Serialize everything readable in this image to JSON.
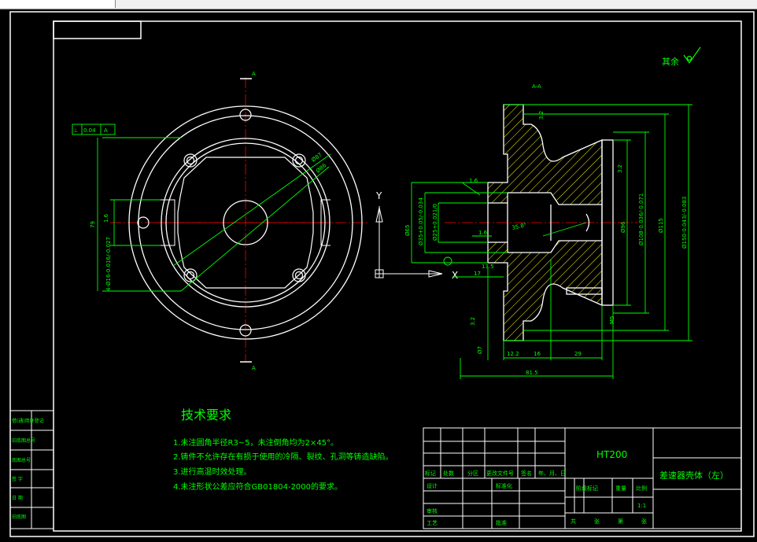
{
  "colors": {
    "background": "#000000",
    "lines": "#ffffff",
    "dimensions": "#00ff00",
    "centerlines": "#ff0000",
    "hatch": "#ffff00",
    "text": "#00ff00",
    "axis": "#ffffff"
  },
  "icons": {
    "roughness": "roughness-symbol-icon",
    "ucs": "ucs-axis-icon"
  },
  "roughness_note": "其余",
  "section_label": "A-A",
  "section_marks": [
    "A",
    "A"
  ],
  "axis_labels": {
    "x": "X",
    "y": "Y"
  },
  "front_dims": {
    "geom_tol": [
      "⊥",
      "0.04",
      "A"
    ],
    "d87": "Ø87",
    "d86": "Ø86",
    "h79": "79",
    "roughness_left": "1.6",
    "holes": "4-Ø16-0.016/-0.027"
  },
  "section_dims": {
    "d65": "Ø65",
    "d35": "Ø35+0.05/-0.034",
    "d25": "Ø25+0.021/0",
    "d96": "Ø96",
    "d108": "Ø108-0.036/-0.071",
    "d115": "Ø115",
    "d150": "Ø150-0.043/-0.083",
    "m5": "M5",
    "d7": "Ø7",
    "l81_5": "81.5",
    "l29": "29",
    "l16": "16",
    "l12": "12.2",
    "l17": "17",
    "l13": "13.5",
    "r_top": "3.2",
    "r_mid": "3.2",
    "r_bot": "3.2",
    "r16a": "1.6",
    "r16b": "1.6",
    "angle": "35.8°"
  },
  "tech": {
    "title": "技术要求",
    "items": [
      "1.未注圆角半径R3~5，未注倒角均为2×45°。",
      "2.铸件不允许存在有损于使用的冷隔、裂纹、孔洞等铸造缺陷。",
      "3.进行高温时效处理。",
      "4.未注形状公差应符合GB01804-2000的要求。"
    ]
  },
  "left_strip": [
    "借(通)用件登记",
    "旧底图总号",
    "底图总号",
    "签 字",
    "日 期",
    "旧底图"
  ],
  "title_block": {
    "material": "HT200",
    "part_name": "差速器壳体（左）",
    "row_headers": [
      "标记",
      "处数",
      "分区",
      "更改文件号",
      "签名",
      "年、月、日"
    ],
    "design": "设计",
    "standard": "标准化",
    "review": "审核",
    "process": "工艺",
    "approve": "批准",
    "stage": "阶段标记",
    "weight": "重量",
    "scale_label": "比例",
    "scale": "1:1",
    "sheets": [
      "共",
      "张",
      "第",
      "张"
    ]
  }
}
